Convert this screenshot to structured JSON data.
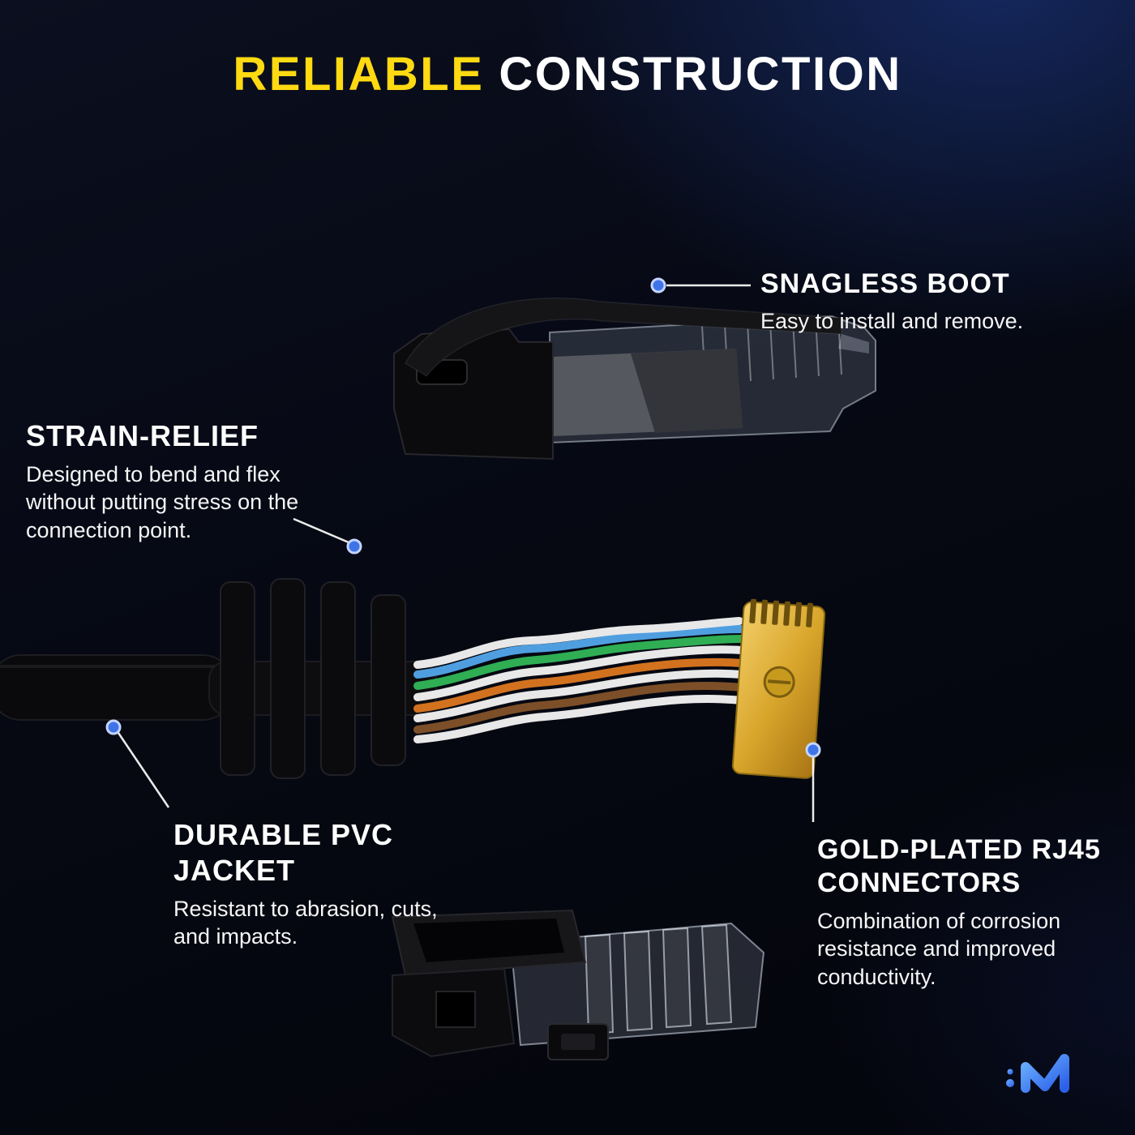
{
  "header": {
    "title_highlight": "RELIABLE",
    "title_rest": "CONSTRUCTION"
  },
  "callouts": {
    "snagless_boot": {
      "title": "SNAGLESS BOOT",
      "description": "Easy to install and remove."
    },
    "strain_relief": {
      "title": "STRAIN-RELIEF",
      "description": "Designed to bend and flex without putting stress on the connection point."
    },
    "pvc_jacket": {
      "title": "DURABLE PVC JACKET",
      "description": "Resistant to abrasion, cuts, and impacts."
    },
    "gold_plated_rj45": {
      "title": "GOLD-PLATED RJ45 CONNECTORS",
      "description": "Combination of corrosion resistance and improved conductivity."
    }
  },
  "images": {
    "top": "rj45-connector-with-snagless-boot",
    "middle": "cable-strain-relief-and-twisted-pairs-with-gold-contacts",
    "bottom": "rj45-connector-underside",
    "logo": "brand-wave-logo"
  },
  "colors": {
    "accent_yellow": "#FFD912",
    "background_navy": "#05060F",
    "callout_dot_blue": "#3E74E8",
    "gold": "#D9A62C",
    "wire_colors": [
      "#4F9FE0",
      "#2FAE54",
      "#D2721F",
      "#7D4F28",
      "#E8E8E8"
    ]
  }
}
